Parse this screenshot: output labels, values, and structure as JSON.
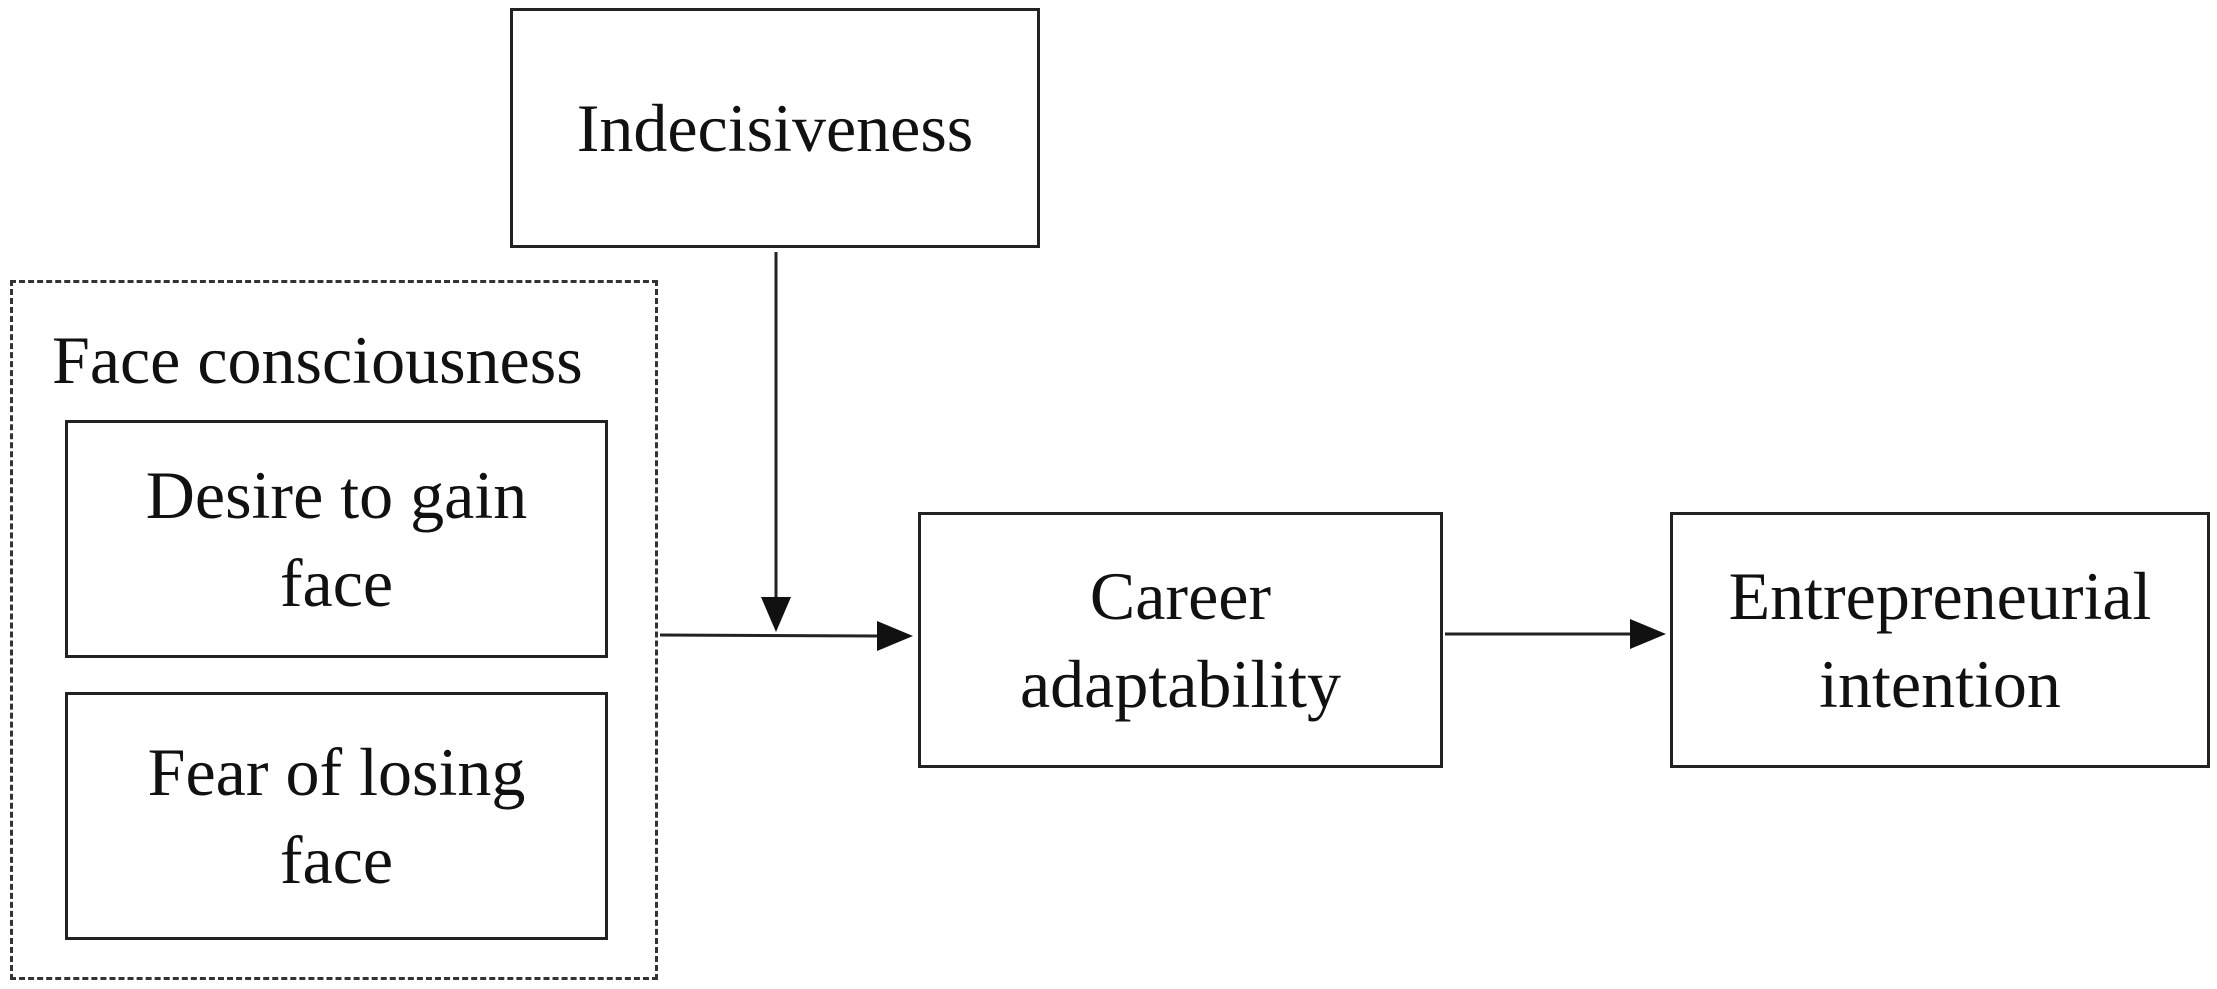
{
  "diagram": {
    "nodes": {
      "indecisiveness": {
        "label": "Indecisiveness"
      },
      "face_consciousness": {
        "label": "Face consciousness"
      },
      "desire_to_gain_face": {
        "line1": "Desire to gain",
        "line2": "face"
      },
      "fear_of_losing_face": {
        "line1": "Fear of losing",
        "line2": "face"
      },
      "career_adaptability": {
        "line1": "Career",
        "line2": "adaptability"
      },
      "entrepreneurial_intention": {
        "line1": "Entrepreneurial",
        "line2": "intention"
      }
    },
    "edges": [
      {
        "from": "face_consciousness",
        "to": "career_adaptability",
        "type": "direct"
      },
      {
        "from": "indecisiveness",
        "to": "face_consciousness->career_adaptability",
        "type": "moderation"
      },
      {
        "from": "career_adaptability",
        "to": "entrepreneurial_intention",
        "type": "direct"
      }
    ],
    "colors": {
      "line": "#222222",
      "background": "#ffffff"
    }
  }
}
